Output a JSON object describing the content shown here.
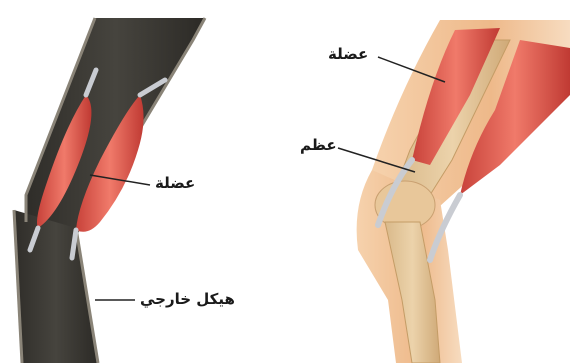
{
  "labels": {
    "exo_muscle": "عضلة",
    "exoskeleton": "هيكل خارجي",
    "human_muscle": "عضلة",
    "bone": "عظم"
  },
  "colors": {
    "exoskeleton": "#3a3833",
    "muscle": "#d9544a",
    "tendon": "#c9ccd2",
    "skin": "#eeb98a",
    "bone": "#e3c79c",
    "leader": "#222222"
  }
}
